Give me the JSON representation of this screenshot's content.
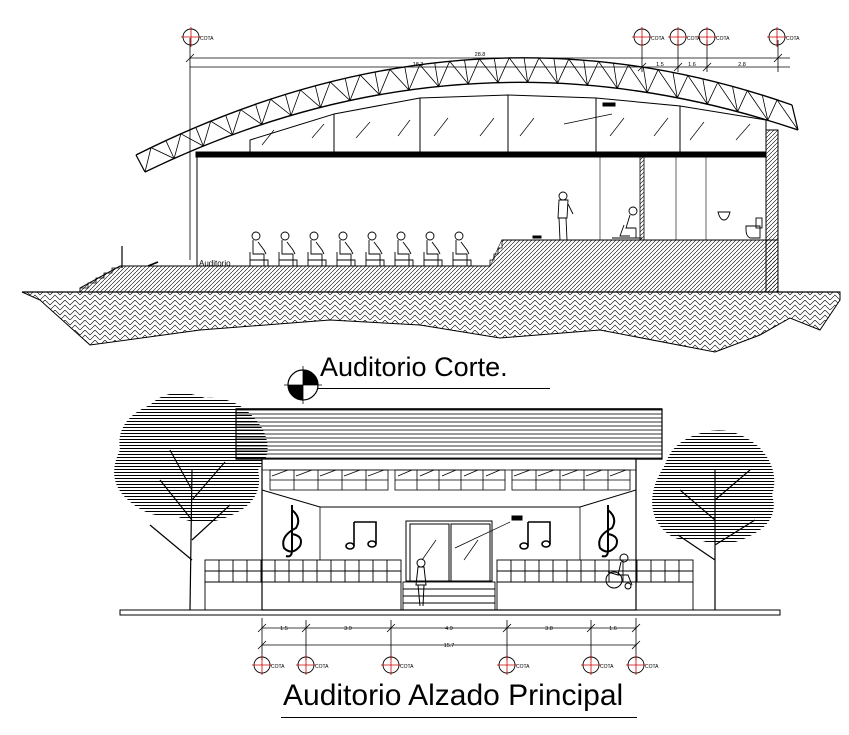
{
  "titles": {
    "section": "Auditorio Corte.",
    "elevation": "Auditorio Alzado Principal"
  },
  "labels": {
    "room": "Auditorio",
    "axis_marker": "COTA"
  },
  "dimensions": {
    "section_top": [
      "28.8",
      "18.3",
      "1.5",
      "1.6",
      "2.8"
    ],
    "elevation_bottom": [
      "1.5",
      "3.9",
      "4.9",
      "3.8",
      "1.6"
    ],
    "elevation_total": "15.7"
  },
  "colors": {
    "ink": "#000000",
    "axis_marker": "#cc0000",
    "paper": "#ffffff"
  }
}
